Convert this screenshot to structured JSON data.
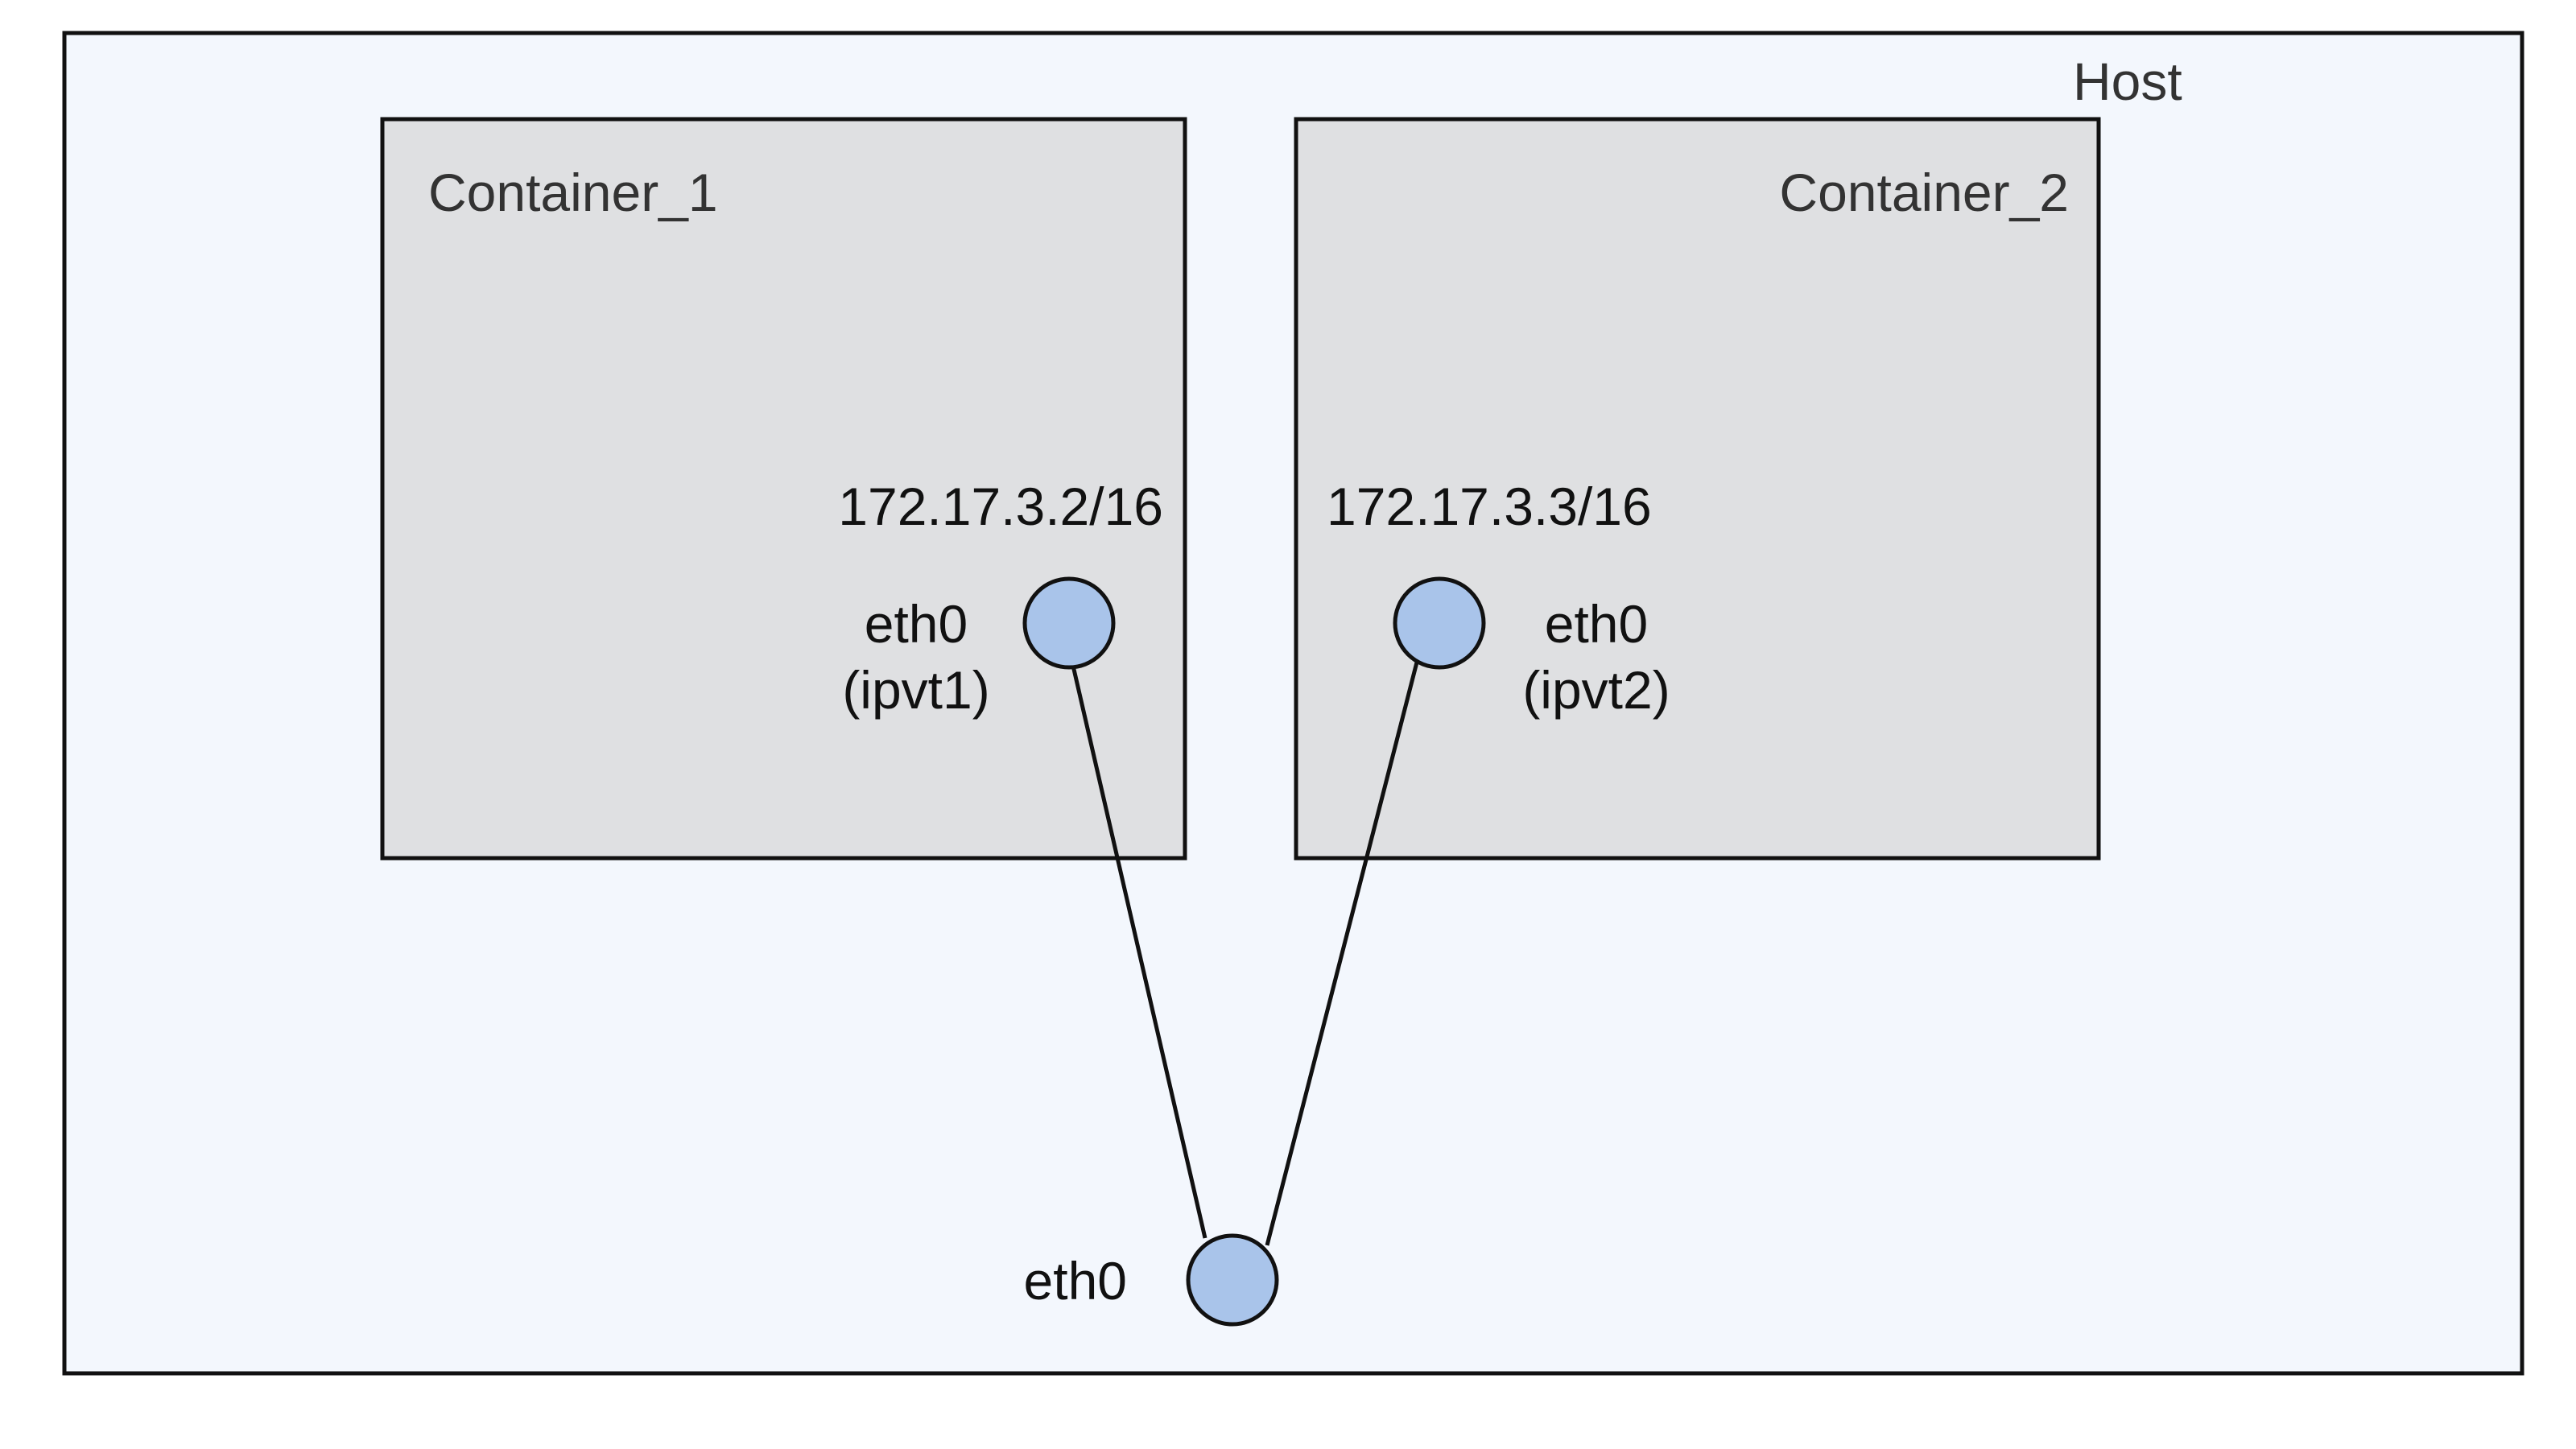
{
  "host": {
    "label": "Host"
  },
  "containers": [
    {
      "name": "Container_1",
      "ip": "172.17.3.2/16",
      "iface": "eth0",
      "iface_alias": "(ipvt1)"
    },
    {
      "name": "Container_2",
      "ip": "172.17.3.3/16",
      "iface": "eth0",
      "iface_alias": "(ipvt2)"
    }
  ],
  "host_iface": {
    "label": "eth0"
  },
  "colors": {
    "host_fill": "#f3f7fd",
    "container_fill": "#dfe0e2",
    "iface_fill": "#a9c4ea",
    "stroke": "#111111"
  }
}
